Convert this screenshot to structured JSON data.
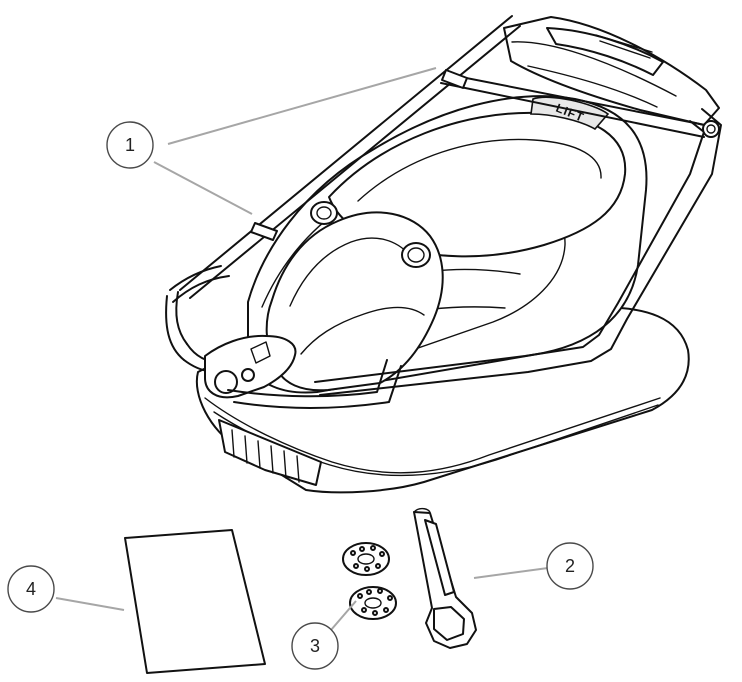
{
  "diagram": {
    "callouts": [
      {
        "label": "1"
      },
      {
        "label": "2"
      },
      {
        "label": "3"
      },
      {
        "label": "4"
      }
    ],
    "seat_marking": "LIFT"
  }
}
